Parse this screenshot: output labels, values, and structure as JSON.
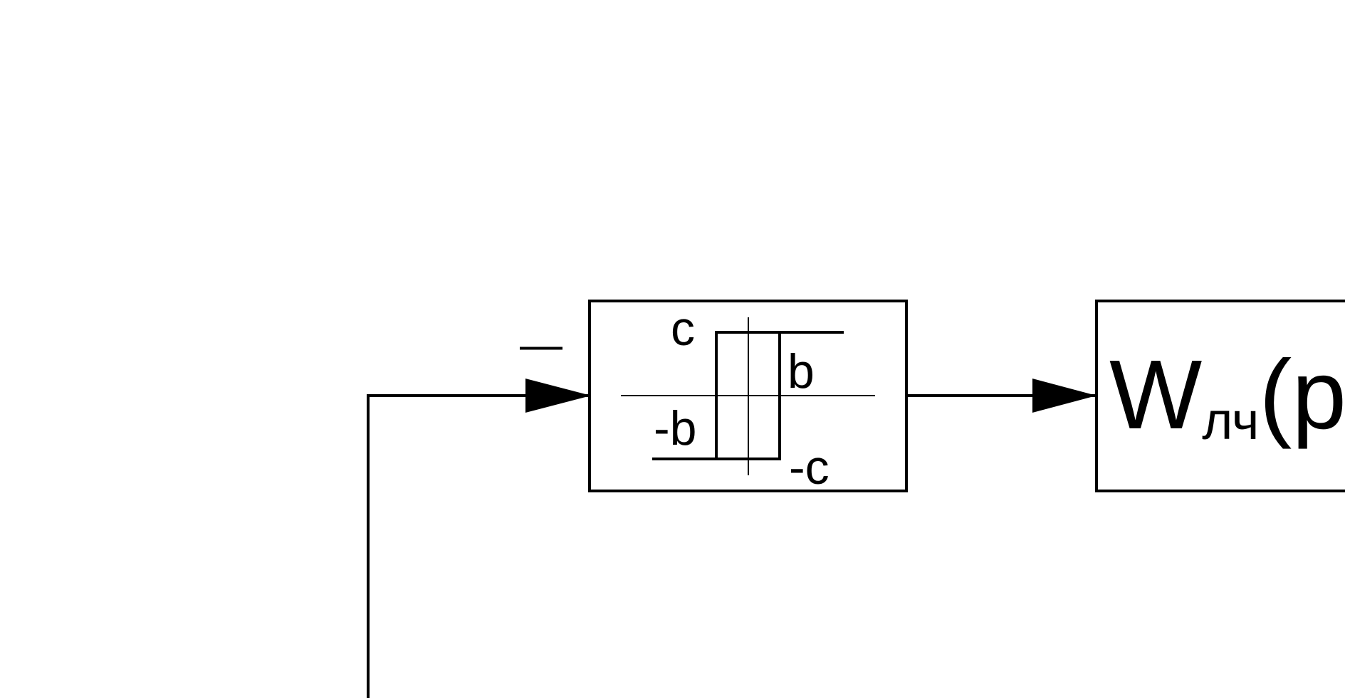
{
  "diagram": {
    "feedback_sign": "—",
    "relay_block": {
      "labels": {
        "c": "c",
        "b": "b",
        "neg_b": "-b",
        "neg_c": "-c"
      }
    },
    "linear_block": {
      "main": "W",
      "subscript": "лч",
      "argument": "(p)"
    },
    "colors": {
      "stroke": "#000000",
      "background": "#ffffff"
    }
  }
}
